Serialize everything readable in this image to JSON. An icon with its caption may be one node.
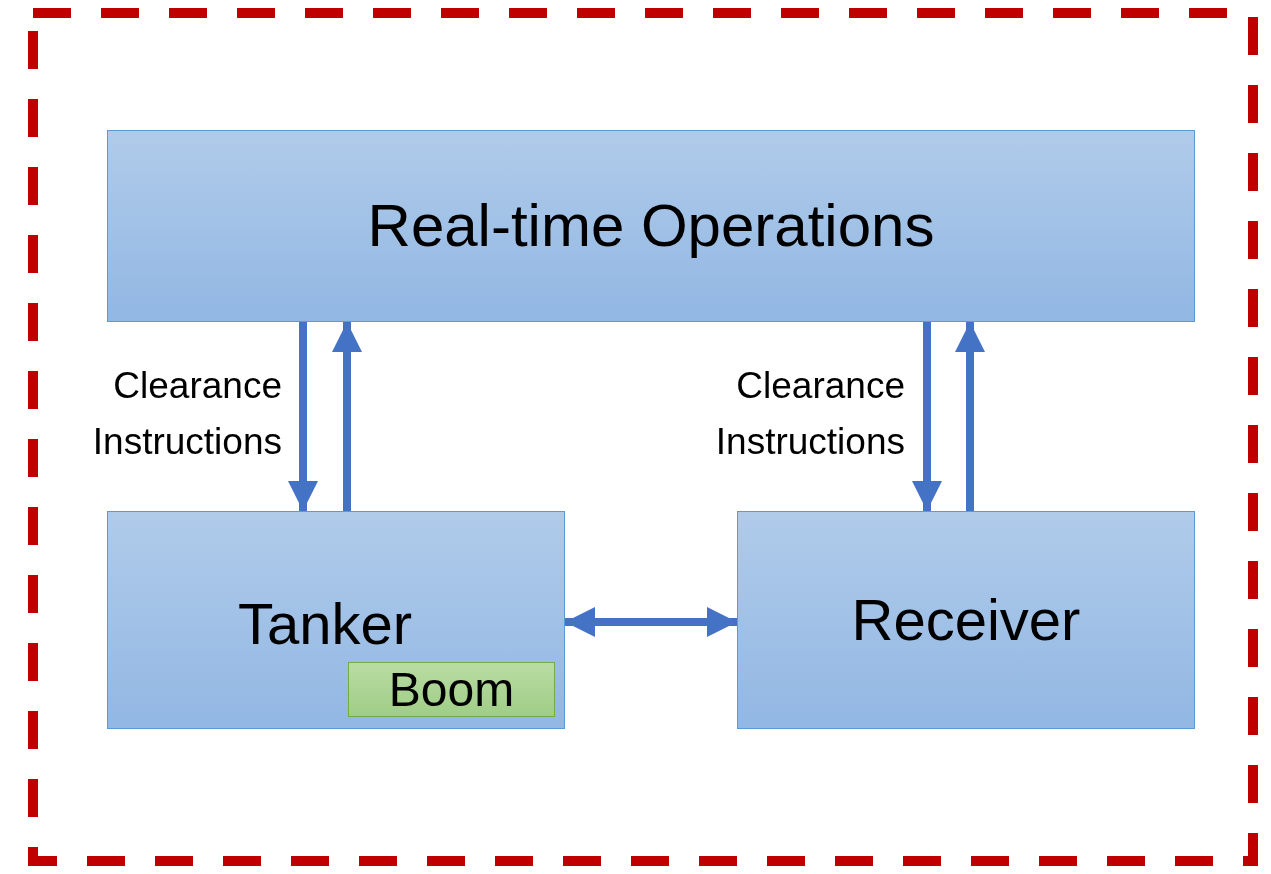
{
  "diagram": {
    "nodes": [
      {
        "text": [],
        "shape": "box"
      },
      {
        "text": [
          "Real-time Operations"
        ],
        "in": 0
      },
      {
        "text": [
          "Tanker"
        ],
        "in": 0
      },
      {
        "text": [
          "Boom"
        ],
        "in": 2
      },
      {
        "text": [
          "Receiver"
        ],
        "in": 0
      }
    ],
    "edges": [
      {
        "from": 1,
        "to": 2,
        "arrow": "to",
        "label": "Clearance Instructions"
      },
      {
        "from": 2,
        "to": 1,
        "arrow": "to"
      },
      {
        "from": 1,
        "to": 4,
        "arrow": "to",
        "label": "Clearance Instructions"
      },
      {
        "from": 4,
        "to": 1,
        "arrow": "to"
      },
      {
        "from": 2,
        "to": 4,
        "arrow": "both"
      }
    ]
  }
}
